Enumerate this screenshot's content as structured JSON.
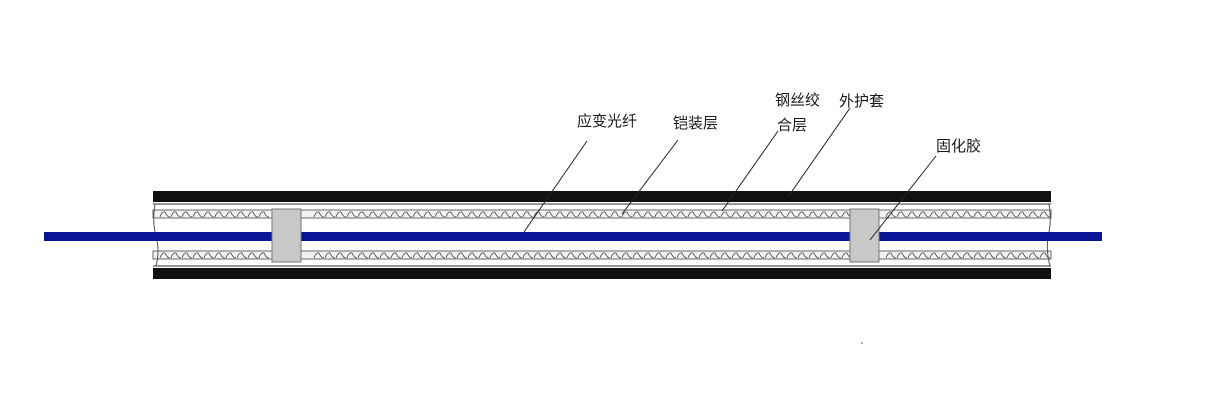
{
  "labels": {
    "fiber": "应变光纤",
    "armor": "铠装层",
    "steel_line1": "钢丝绞",
    "steel_line2": "合层",
    "sheath": "外护套",
    "adhesive": "固化胶"
  },
  "colors": {
    "sheath": "#111111",
    "fiber": "#0a1496",
    "adhesive": "#c8c8c8",
    "armor_band": "#f2f2f2",
    "leader": "#222222"
  }
}
